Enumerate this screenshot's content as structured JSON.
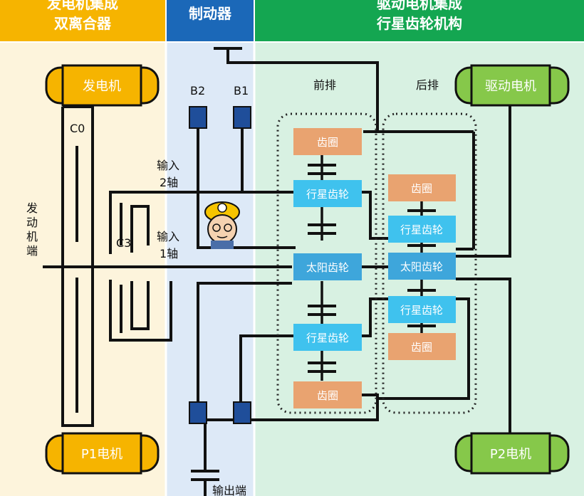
{
  "headers": {
    "left_line1": "发电机集成",
    "left_line2": "双离合器",
    "middle": "制动器",
    "right_line1": "驱动电机集成",
    "right_line2": "行星齿轮机构"
  },
  "components": {
    "generator": "发电机",
    "drive_motor": "驱动电机",
    "p1_motor": "P1电机",
    "p2_motor": "P2电机"
  },
  "labels": {
    "c0": "C0",
    "c3": "C3",
    "engine_end": [
      "发",
      "动",
      "机",
      "端"
    ],
    "b1": "B1",
    "b2": "B2",
    "input2_line1": "输入",
    "input2_line2": "2轴",
    "input1_line1": "输入",
    "input1_line2": "1轴",
    "front_row": "前排",
    "rear_row": "后排",
    "output": "输出端"
  },
  "gears": {
    "ring_gear": "齿圈",
    "planet_gear": "行星齿轮",
    "sun_gear": "太阳齿轮"
  },
  "colors": {
    "left_header": "#f6b400",
    "middle_header": "#1b68b8",
    "right_header": "#14a651",
    "left_bg": "#fdf4dc",
    "middle_bg": "#dde9f7",
    "right_bg": "#d8f1e2",
    "ring_gear": "#e9a370",
    "planet_gear": "#3fc2ee",
    "sun_gear": "#3ea6db",
    "brake": "#1f4e9a",
    "p_motor": "#f6b400",
    "green_motor": "#86c84a"
  }
}
